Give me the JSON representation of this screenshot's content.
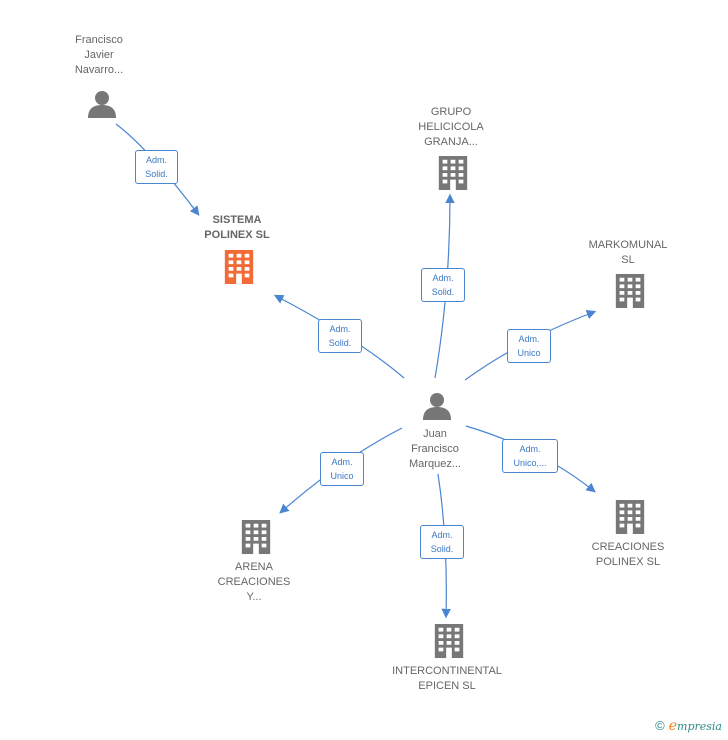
{
  "nodes": {
    "francisco": {
      "type": "person",
      "lines": [
        "Francisco",
        "Javier",
        "Navarro..."
      ]
    },
    "sistema": {
      "type": "company-focus",
      "lines": [
        "SISTEMA",
        "POLINEX  SL"
      ]
    },
    "grupo": {
      "type": "company",
      "lines": [
        "GRUPO",
        "HELICICOLA",
        "GRANJA..."
      ]
    },
    "markomunal": {
      "type": "company",
      "lines": [
        "MARKOMUNAL",
        "SL"
      ]
    },
    "juan": {
      "type": "person",
      "lines": [
        "Juan",
        "Francisco",
        "Marquez..."
      ]
    },
    "arena": {
      "type": "company",
      "lines": [
        "ARENA",
        "CREACIONES",
        "Y..."
      ]
    },
    "creaciones": {
      "type": "company",
      "lines": [
        "CREACIONES",
        "POLINEX  SL"
      ]
    },
    "intercontinental": {
      "type": "company",
      "lines": [
        "INTERCONTINENTAL",
        "EPICEN SL"
      ]
    }
  },
  "edges": {
    "francisco_sistema": [
      "Adm.",
      "Solid."
    ],
    "juan_sistema": [
      "Adm.",
      "Solid."
    ],
    "juan_grupo": [
      "Adm.",
      "Solid."
    ],
    "juan_markomunal": [
      "Adm.",
      "Unico"
    ],
    "juan_arena": [
      "Adm.",
      "Unico"
    ],
    "juan_creaciones": [
      "Adm.",
      "Unico,..."
    ],
    "juan_intercontinental": [
      "Adm.",
      "Solid."
    ]
  },
  "colors": {
    "edge": "#4a86cf",
    "icon": "#777777",
    "focus": "#f26a35"
  },
  "footer": {
    "copyright": "©",
    "brand_first": "e",
    "brand_rest": "mpresia"
  }
}
